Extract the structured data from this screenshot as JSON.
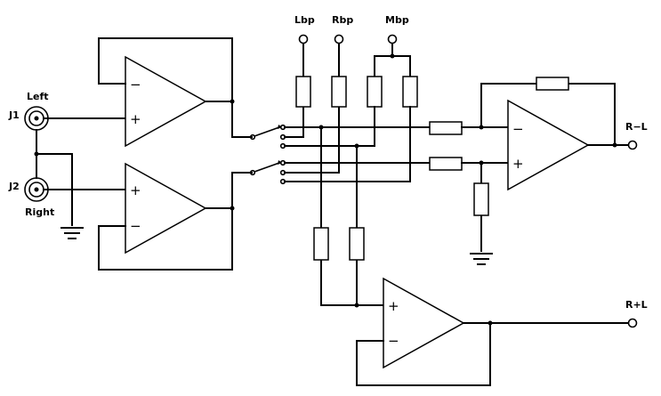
{
  "inputs": {
    "j1": {
      "ref": "J1",
      "label": "Left"
    },
    "j2": {
      "ref": "J2",
      "label": "Right"
    }
  },
  "bypass": {
    "lbp": "Lbp",
    "rbp": "Rbp",
    "mbp": "Mbp"
  },
  "outputs": {
    "diff": "R−L",
    "sum": "R+L"
  },
  "signs": {
    "minus": "−",
    "plus": "+"
  }
}
